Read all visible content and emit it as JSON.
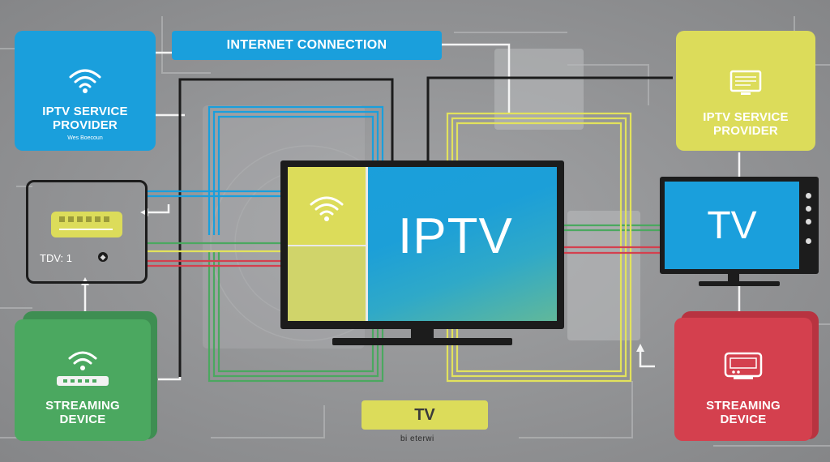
{
  "colors": {
    "blue": "#1a9fdc",
    "yellow": "#dcdc5a",
    "green": "#4ba860",
    "red": "#d4404e",
    "dark": "#1c1c1c",
    "background": "#929395"
  },
  "internet_banner": {
    "label": "INTERNET CONNECTION"
  },
  "provider_left": {
    "label_line1": "IPTV SERVICE",
    "label_line2": "PROVIDER",
    "caption": "Wes Boecoun",
    "icon": "wifi-icon"
  },
  "provider_right": {
    "label_line1": "IPTV SERVICE",
    "label_line2": "PROVIDER",
    "icon": "monitor-icon"
  },
  "router_box": {
    "label": "TDV: 1",
    "icon": "router-icon"
  },
  "streaming_left": {
    "label_line1": "STREAMING",
    "label_line2": "DEVICE",
    "icon": "wifi-router-icon"
  },
  "streaming_right": {
    "label_line1": "STREAMING",
    "label_line2": "DEVICE",
    "icon": "set-top-box-icon"
  },
  "center_tv": {
    "label": "IPTV",
    "icon": "wifi-icon"
  },
  "side_tv": {
    "label": "TV"
  },
  "bottom_tv": {
    "label": "TV",
    "caption": "bi eterwi"
  }
}
